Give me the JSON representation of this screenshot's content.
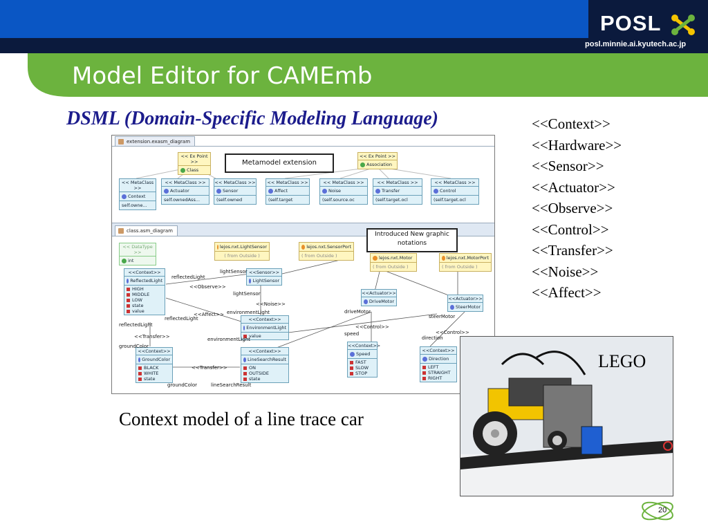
{
  "header": {
    "logo_text": "POSL",
    "logo_url": "posl.minnie.ai.kyutech.ac.jp",
    "colors": {
      "top_bar": "#0a56c4",
      "dark_bar": "#0b1a3d",
      "green_band": "#6cb33e"
    }
  },
  "slide": {
    "title": "Model Editor for CAMEmb",
    "subtitle": "DSML (Domain-Specific Modeling Language)",
    "caption": "Context model of a line trace car",
    "photo_label": "LEGO",
    "page_number": "20"
  },
  "stereotypes": [
    "<<Context>>",
    "<<Hardware>>",
    "<<Sensor>>",
    "<<Actuator>>",
    "<<Observe>>",
    "<<Control>>",
    "<<Transfer>>",
    "<<Noise>>",
    "<<Affect>>"
  ],
  "screenshot": {
    "tab1": "extension.exasm_diagram",
    "tab2": "class.asm_diagram",
    "callout_meta": "Metamodel extension",
    "callout_graphic": "Introduced New graphic notations",
    "expoints": [
      {
        "stereo": "<< Ex Point >>",
        "name": "Class"
      },
      {
        "stereo": "<< Ex Point >>",
        "name": "Association"
      }
    ],
    "metaclasses": [
      {
        "stereo": "<< MetaClass >>",
        "name": "Context",
        "foot": "self.owne..."
      },
      {
        "stereo": "<< MetaClass >>",
        "name": "Actuator",
        "foot": "self.ownedAss..."
      },
      {
        "stereo": "<< MetaClass >>",
        "name": "Sensor",
        "foot": "(self.owned"
      },
      {
        "stereo": "<< MetaClass >>",
        "name": "Affect",
        "foot": "(self.target"
      },
      {
        "stereo": "<< MetaClass >>",
        "name": "Noise",
        "foot": "(self.source.oc"
      },
      {
        "stereo": "<< MetaClass >>",
        "name": "Transfer",
        "foot": "(self.target.ocl"
      },
      {
        "stereo": "<< MetaClass >>",
        "name": "Control",
        "foot": "(self.target.ocl"
      }
    ],
    "datatype": {
      "stereo": "<< DataType >>",
      "name": "int"
    },
    "outside": [
      {
        "name": "lejos.nxt.LightSensor",
        "sub": "( from Outside )"
      },
      {
        "name": "lejos.nxt.SensorPort",
        "sub": "( from Outside )"
      },
      {
        "name": "lejos.nxt.Motor",
        "sub": "( from Outside )"
      },
      {
        "name": "lejos.nxt.MotorPort",
        "sub": "( from Outside )"
      }
    ],
    "contexts": {
      "reflected": {
        "stereo": "<<Context>>",
        "name": "ReflectedLight",
        "attrs": [
          "HIGH",
          "MIDDLE",
          "LOW",
          "state",
          "value"
        ]
      },
      "sensor": {
        "stereo": "<<Sensor>>",
        "name": "LightSensor"
      },
      "env": {
        "stereo": "<<Context>>",
        "name": "EnvironmentLight",
        "attrs": [
          "value"
        ]
      },
      "ground": {
        "stereo": "<<Context>>",
        "name": "GroundColor",
        "attrs": [
          "BLACK",
          "WHITE",
          "state"
        ]
      },
      "linesearch": {
        "stereo": "<<Context>>",
        "name": "LineSearchResult",
        "attrs": [
          "ON",
          "OUTSIDE",
          "state"
        ]
      },
      "speed": {
        "stereo": "<<Context>>",
        "name": "Speed",
        "attrs": [
          "FAST",
          "SLOW",
          "STOP"
        ]
      },
      "direction": {
        "stereo": "<<Context>>",
        "name": "Direction",
        "attrs": [
          "LEFT",
          "STRAIGHT",
          "RIGHT"
        ]
      },
      "drivemotor": {
        "stereo": "<<Actuator>>",
        "name": "DriveMotor"
      },
      "steermotor": {
        "stereo": "<<Actuator>>",
        "name": "SteerMotor"
      }
    },
    "edge_labels": {
      "reflectedLight1": "reflectedLight",
      "observe": "<<Observe>>",
      "lightSensor1": "lightSensor",
      "lightSensor2": "lightSensor",
      "noise": "<<Noise>>",
      "environmentLight1": "environmentLight",
      "affect": "<<Affect>>",
      "reflectedLight2": "reflectedLight",
      "reflectedLight3": "reflectedLight",
      "environmentLight2": "environmentLight",
      "transfer1": "<<Transfer>>",
      "groundColor1": "groundColor",
      "transfer2": "<<Transfer>>",
      "groundColor2": "groundColor",
      "lineSearchResult": "lineSearchResult",
      "driveMotor": "driveMotor",
      "steerMotor": "steerMotor",
      "control1": "<<Control>>",
      "control2": "<<Control>>",
      "speed": "speed",
      "direction": "direction"
    }
  }
}
